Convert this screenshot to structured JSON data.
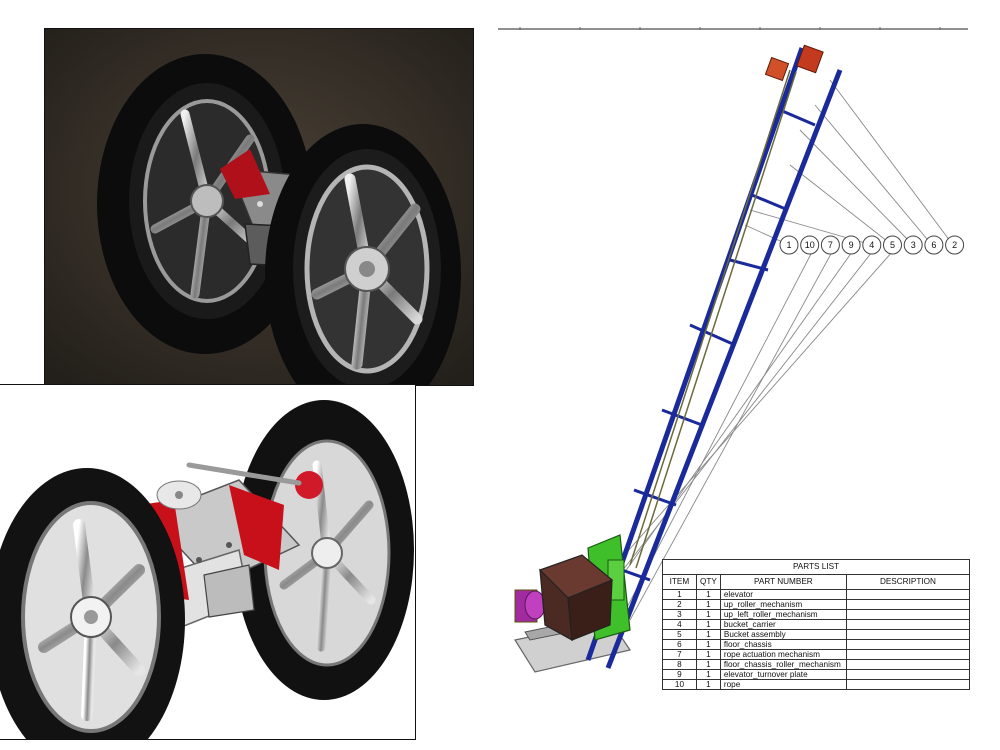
{
  "parts_list": {
    "title": "PARTS LIST",
    "headers": [
      "ITEM",
      "QTY",
      "PART NUMBER",
      "DESCRIPTION"
    ],
    "rows": [
      {
        "item": "1",
        "qty": "1",
        "part_number": "elevator",
        "description": ""
      },
      {
        "item": "2",
        "qty": "1",
        "part_number": "up_roller_mechanism",
        "description": ""
      },
      {
        "item": "3",
        "qty": "1",
        "part_number": "up_left_roller_mechanism",
        "description": ""
      },
      {
        "item": "4",
        "qty": "1",
        "part_number": "bucket_carrier",
        "description": ""
      },
      {
        "item": "5",
        "qty": "1",
        "part_number": "Bucket assembly",
        "description": ""
      },
      {
        "item": "6",
        "qty": "1",
        "part_number": "floor_chassis",
        "description": ""
      },
      {
        "item": "7",
        "qty": "1",
        "part_number": "rope actuation mechanism",
        "description": ""
      },
      {
        "item": "8",
        "qty": "1",
        "part_number": "floor_chassis_roller_mechanism",
        "description": ""
      },
      {
        "item": "9",
        "qty": "1",
        "part_number": "elevator_turnover plate",
        "description": ""
      },
      {
        "item": "10",
        "qty": "1",
        "part_number": "rope",
        "description": ""
      }
    ]
  },
  "balloons": [
    "1",
    "10",
    "7",
    "9",
    "4",
    "5",
    "3",
    "6",
    "2"
  ],
  "colors": {
    "frame_blue": "#1b2a9a",
    "roller_red": "#c43a1e",
    "carrier_green": "#3fbf2a",
    "bucket_brown": "#4a2a22",
    "chassis_gray": "#bfbfbf",
    "actuator_magenta": "#a22aa0",
    "tire_black": "#121212",
    "rim_chrome": "#c8c8c8",
    "chassis_red": "#c8101a"
  },
  "icons": {
    "render_top": "two-wheeled-robot-dark-render",
    "render_bottom": "two-wheeled-robot-light-render"
  }
}
